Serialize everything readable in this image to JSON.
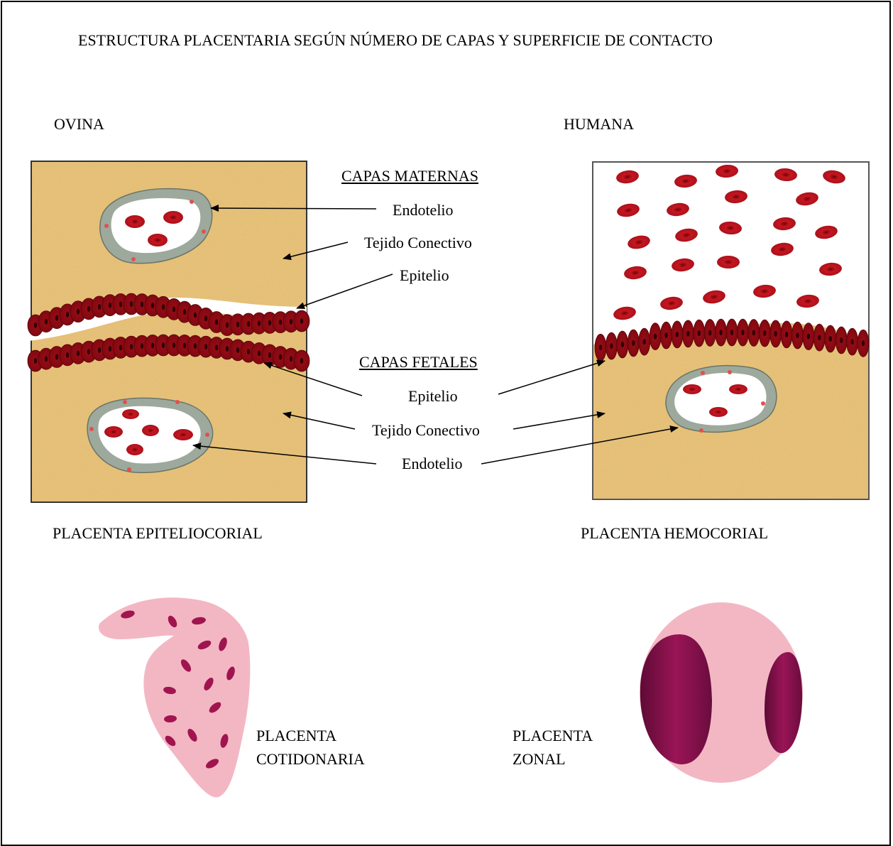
{
  "title": "ESTRUCTURA PLACENTARIA SEGÚN NÚMERO DE CAPAS Y SUPERFICIE DE CONTACTO",
  "species": {
    "left": "OVINA",
    "right": "HUMANA"
  },
  "maternal_layers": {
    "heading": "CAPAS MATERNAS",
    "items": [
      "Endotelio",
      "Tejido Conectivo",
      "Epitelio"
    ]
  },
  "fetal_layers": {
    "heading": "CAPAS FETALES",
    "items": [
      "Epitelio",
      "Tejido Conectivo",
      "Endotelio"
    ]
  },
  "placenta_types": {
    "epiteliocorial": "PLACENTA EPITELIOCORIAL",
    "hemocorial": "PLACENTA HEMOCORIAL",
    "cotidonaria": [
      "PLACENTA",
      "COTIDONARIA"
    ],
    "zonal": [
      "PLACENTA",
      "ZONAL"
    ]
  },
  "colors": {
    "tissue": "#E8C27A",
    "blood_cell": "#B0101A",
    "cell_nucleus": "#3A0205",
    "vessel_wall": "#9DA99C",
    "pink": "#F3B7C4",
    "magenta": "#9A1556"
  }
}
